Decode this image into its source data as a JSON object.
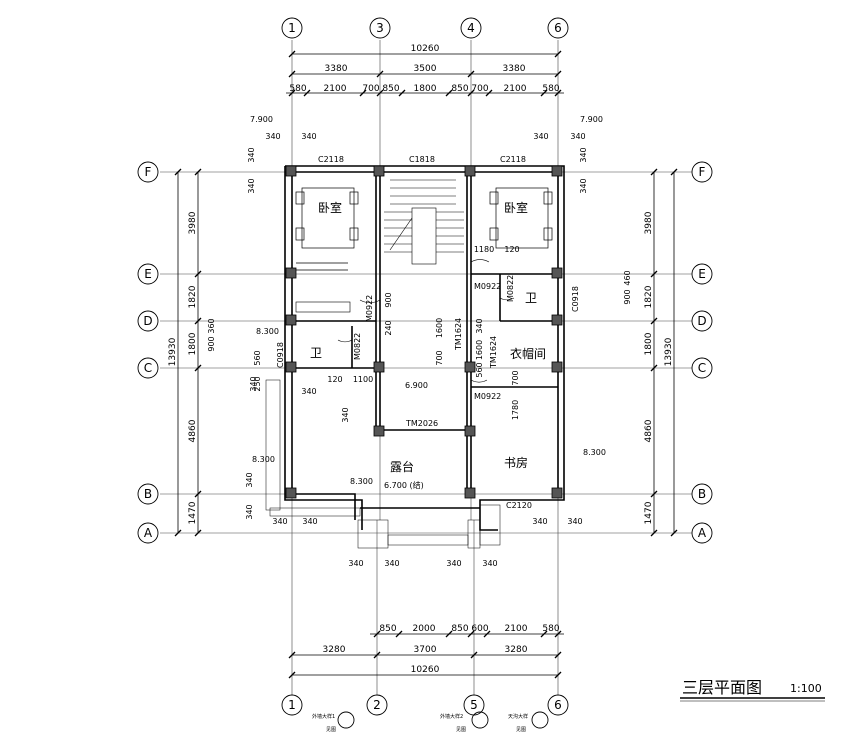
{
  "drawing": {
    "title": "三层平面图",
    "scale": "1:100"
  },
  "axes": {
    "top": [
      "1",
      "3",
      "4",
      "6"
    ],
    "bottom": [
      "1",
      "2",
      "5",
      "6"
    ],
    "left": [
      "F",
      "E",
      "D",
      "C",
      "B",
      "A"
    ],
    "right": [
      "F",
      "E",
      "D",
      "C",
      "B",
      "A"
    ]
  },
  "dims": {
    "top_total": "10260",
    "top_mid": [
      "3380",
      "3500",
      "3380"
    ],
    "top_detail": [
      "580",
      "2100",
      "700",
      "850",
      "1800",
      "850",
      "700",
      "2100",
      "580"
    ],
    "bottom_detail": [
      "850",
      "2000",
      "850",
      "600",
      "2100",
      "580"
    ],
    "bottom_mid": [
      "3280",
      "3700",
      "3280"
    ],
    "bottom_total": "10260",
    "left_outer": "13930",
    "left_inner": [
      "3980",
      "1820",
      "1800",
      "4860",
      "1470"
    ],
    "right_outer": "13930",
    "right_inner": [
      "3980",
      "1820",
      "1800",
      "4860",
      "1470"
    ],
    "misc": [
      "340",
      "340",
      "340",
      "340",
      "340",
      "340",
      "340",
      "340",
      "340",
      "340",
      "340",
      "340",
      "340",
      "340",
      "340",
      "340",
      "340",
      "340",
      "1180",
      "120",
      "900",
      "240",
      "1600",
      "340",
      "1600",
      "700",
      "700",
      "560",
      "1780",
      "120",
      "1100",
      "340",
      "560",
      "250",
      "900",
      "360",
      "900",
      "460",
      "340",
      "340"
    ]
  },
  "levels": {
    "roof_left": "7.900",
    "roof_right": "7.900",
    "floor": "6.900",
    "terrace": "6.700 (结)",
    "left_d": "8.300",
    "left_b": "8.300",
    "terrace_b": "8.300",
    "right_b": "8.300"
  },
  "windows": {
    "w1": "C2118",
    "w2": "C1818",
    "w3": "C2118",
    "w4": "C0918",
    "w5": "C0918",
    "w6": "C2120"
  },
  "doors": {
    "d1": "M0922",
    "d2": "M0922",
    "d3": "M0822",
    "d4": "M0822",
    "d5": "M0922",
    "d6": "TM1624",
    "d7": "TM1624",
    "d8": "TM2026"
  },
  "rooms": {
    "bedroom_left": "卧室",
    "bedroom_right": "卧室",
    "bath_right": "卫",
    "bath_left": "卫",
    "closet": "衣帽间",
    "terrace": "露台",
    "study": "书房"
  },
  "details": {
    "d1_label": "外墙大样1",
    "d2_label": "外墙大样2",
    "d3_label": "天沟大样",
    "sub": "见图"
  }
}
